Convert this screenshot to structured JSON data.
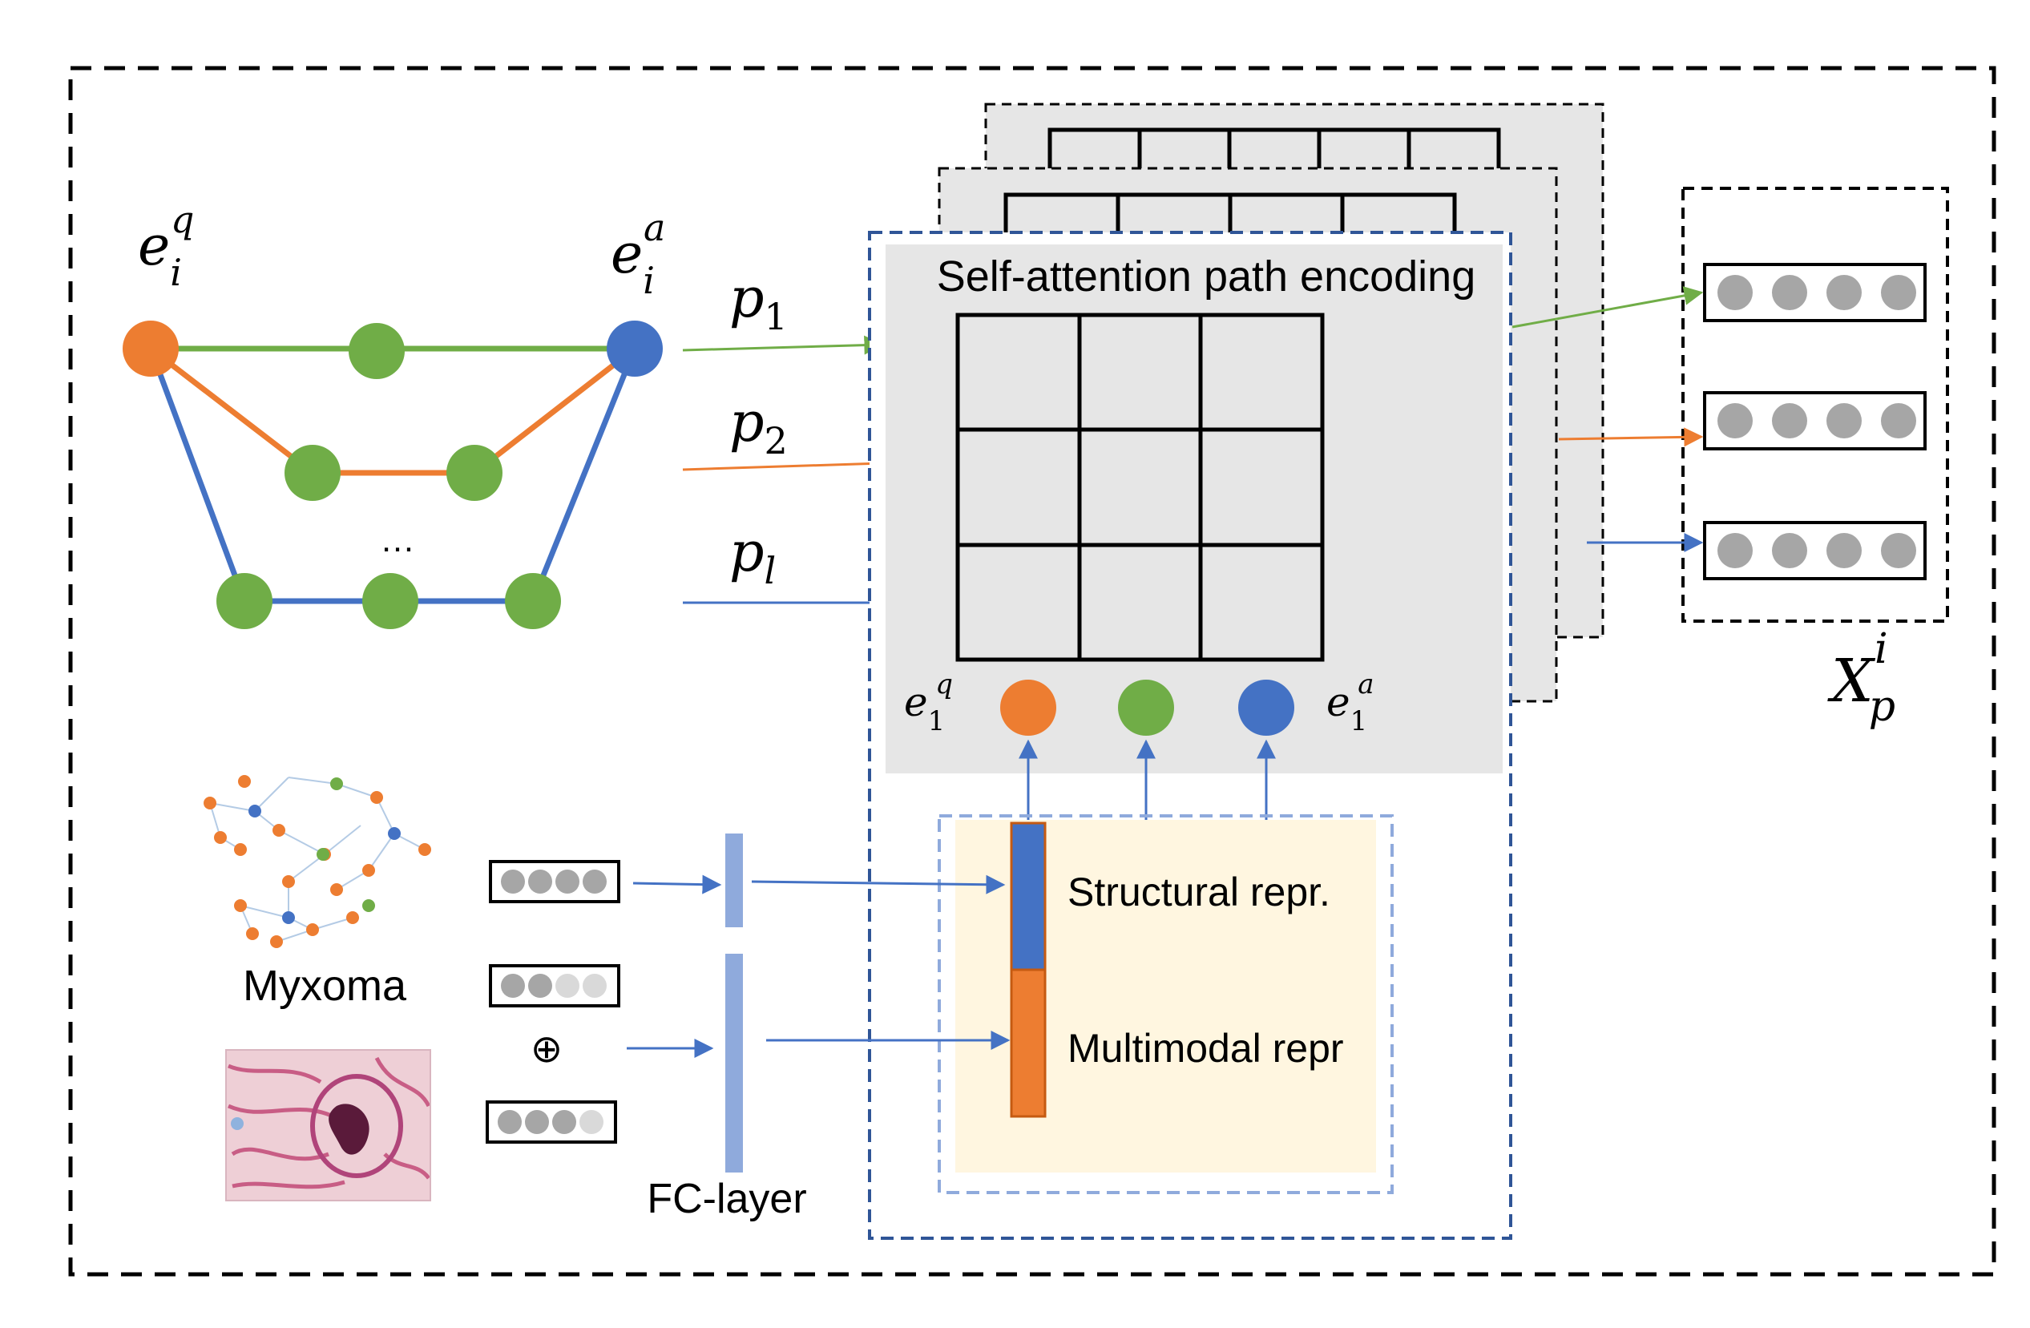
{
  "graph": {
    "source_label": {
      "base": "e",
      "sub": "i",
      "sup": "q"
    },
    "target_label": {
      "base": "e",
      "sub": "i",
      "sup": "a"
    },
    "ellipsis": "…"
  },
  "paths": [
    {
      "base": "p",
      "sub": "1",
      "color": "#70ad47"
    },
    {
      "base": "p",
      "sub": "2",
      "color": "#ed7d31"
    },
    {
      "base": "p",
      "sub": "l",
      "color": "#4472c4"
    }
  ],
  "encoder": {
    "title": "Self-attention path encoding",
    "start_label": {
      "base": "e",
      "sub": "1",
      "sup": "q"
    },
    "end_label": {
      "base": "e",
      "sub": "1",
      "sup": "a"
    }
  },
  "repr": {
    "structural": "Structural repr.",
    "multimodal": "Multimodal repr"
  },
  "inputs": {
    "graph_name": "Myxoma",
    "concat_symbol": "⊕",
    "fc_label": "FC-layer"
  },
  "output": {
    "base": "X",
    "sub": "p",
    "sup": "i"
  },
  "colors": {
    "orange": "#ed7d31",
    "green": "#70ad47",
    "blue": "#4472c4",
    "panel_gray": "#e6e6e6",
    "repr_bg": "#fff6e0",
    "node_gray": "#a6a6a6",
    "fc_bar": "#8faadc",
    "frame_blue": "#2f5597"
  }
}
